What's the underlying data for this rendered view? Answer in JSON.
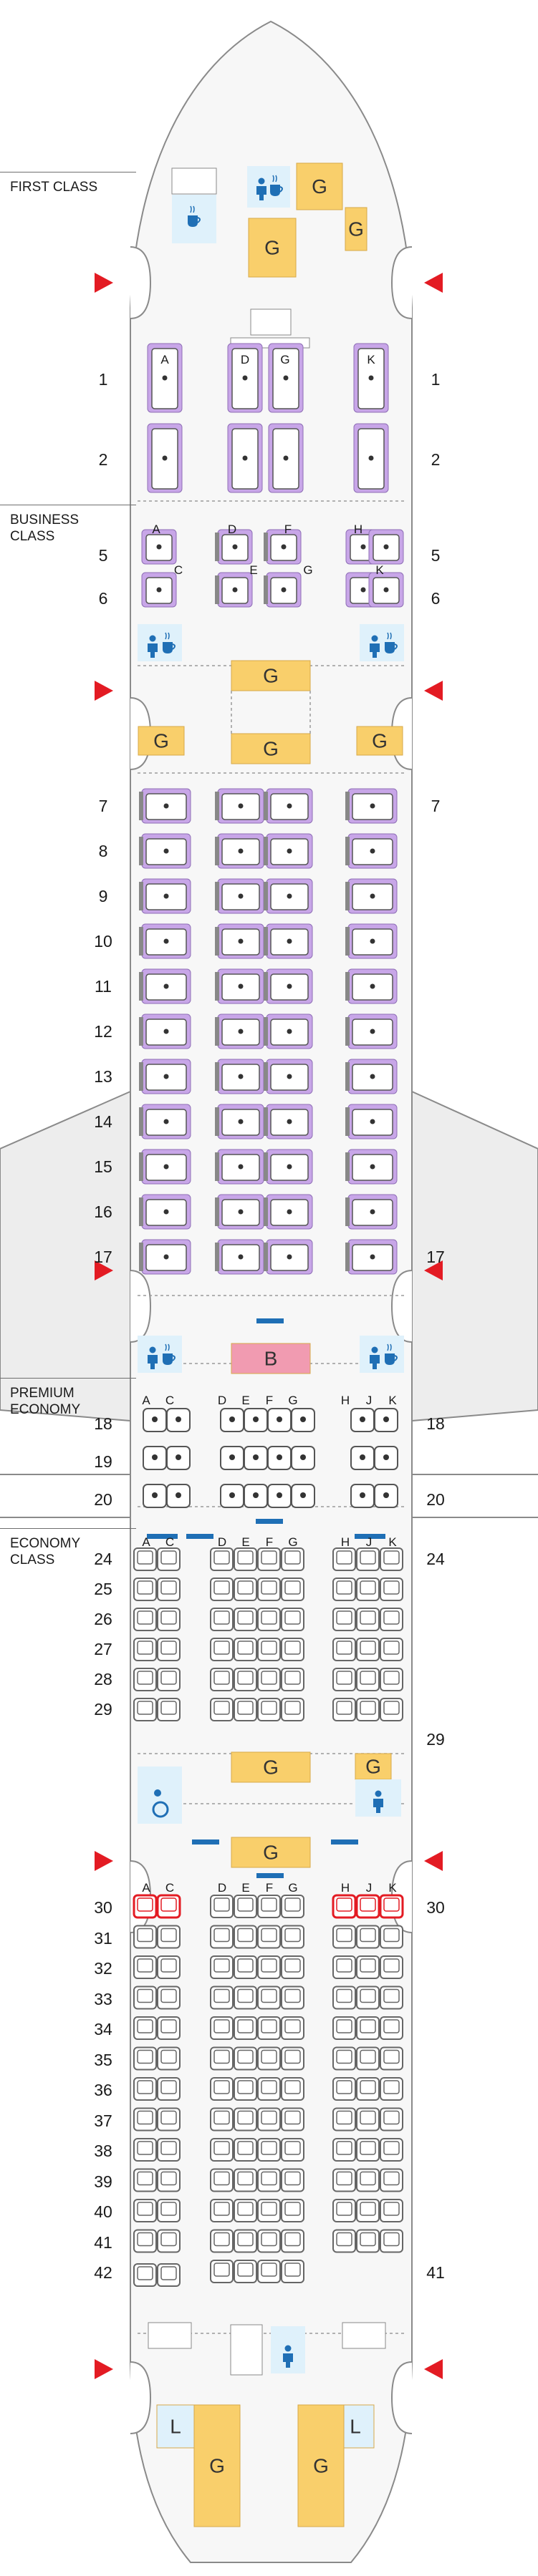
{
  "classes": [
    {
      "id": "first",
      "label": "FIRST CLASS"
    },
    {
      "id": "business",
      "label": "BUSINESS\nCLASS"
    },
    {
      "id": "premium",
      "label": "PREMIUM\nECONOMY"
    },
    {
      "id": "economy",
      "label": "ECONOMY\nCLASS"
    }
  ],
  "facility_letters": {
    "galley": "G",
    "bar": "B",
    "lavatory": "L"
  },
  "seat_letters": {
    "first": [
      "A",
      "D",
      "G",
      "K"
    ],
    "business_a": [
      "A",
      "D",
      "F",
      "H"
    ],
    "business_b": [
      "C",
      "E",
      "G",
      "K"
    ],
    "standard": [
      "A",
      "C",
      "D",
      "E",
      "F",
      "G",
      "H",
      "J",
      "K"
    ]
  },
  "row_numbers": {
    "first": [
      "1",
      "2"
    ],
    "business_top": [
      "5",
      "6"
    ],
    "business_main": [
      "7",
      "8",
      "9",
      "10",
      "11",
      "12",
      "13",
      "14",
      "15",
      "16",
      "17"
    ],
    "premium": [
      "18",
      "19",
      "20"
    ],
    "economy_a": [
      "24",
      "25",
      "26",
      "27",
      "28",
      "29"
    ],
    "economy_b": [
      "30",
      "31",
      "32",
      "33",
      "34",
      "35",
      "36",
      "37",
      "38",
      "39",
      "40",
      "41",
      "42"
    ]
  },
  "right_row_numbers": [
    "1",
    "2",
    "5",
    "6",
    "7",
    "17",
    "18",
    "20",
    "24",
    "29",
    "30",
    "41"
  ],
  "colors": {
    "fuselage": "#f7f7f7",
    "outline": "#8a8a8a",
    "galley": "#f9cf6b",
    "bar": "#f19bb1",
    "lavatory": "#dff1fb",
    "business_seat": "#c8a6e8",
    "seat_grey": "#888888",
    "exit_arrow": "#e31b23",
    "bassinet": "#1f6fb5",
    "exit_row": "#e31b23"
  }
}
